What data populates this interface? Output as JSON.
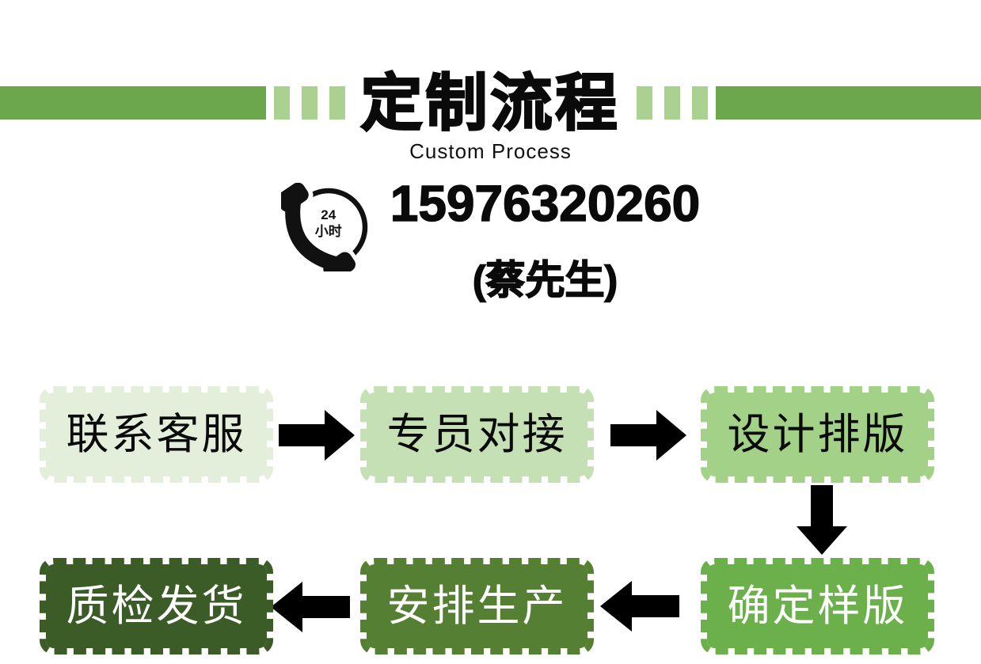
{
  "header": {
    "title": "定制流程",
    "subtitle": "Custom Process",
    "bar_color": "#6aa74d",
    "square_color": "#abd190"
  },
  "contact": {
    "badge_line1": "24",
    "badge_line2": "小时",
    "phone_number": "15976320260",
    "contact_name": "(蔡先生)"
  },
  "flow": {
    "arrow_color": "#000000",
    "steps": [
      {
        "label": "联系客服",
        "fill": "#e3efdb",
        "text_color": "#0a0a0a"
      },
      {
        "label": "专员对接",
        "fill": "#c5e0b4",
        "text_color": "#0a0a0a"
      },
      {
        "label": "设计排版",
        "fill": "#a4d188",
        "text_color": "#0a0a0a"
      },
      {
        "label": "确定样版",
        "fill": "#6bb04b",
        "text_color": "#ffffff"
      },
      {
        "label": "安排生产",
        "fill": "#557f33",
        "text_color": "#ffffff"
      },
      {
        "label": "质检发货",
        "fill": "#3b5b27",
        "text_color": "#ffffff"
      }
    ]
  }
}
